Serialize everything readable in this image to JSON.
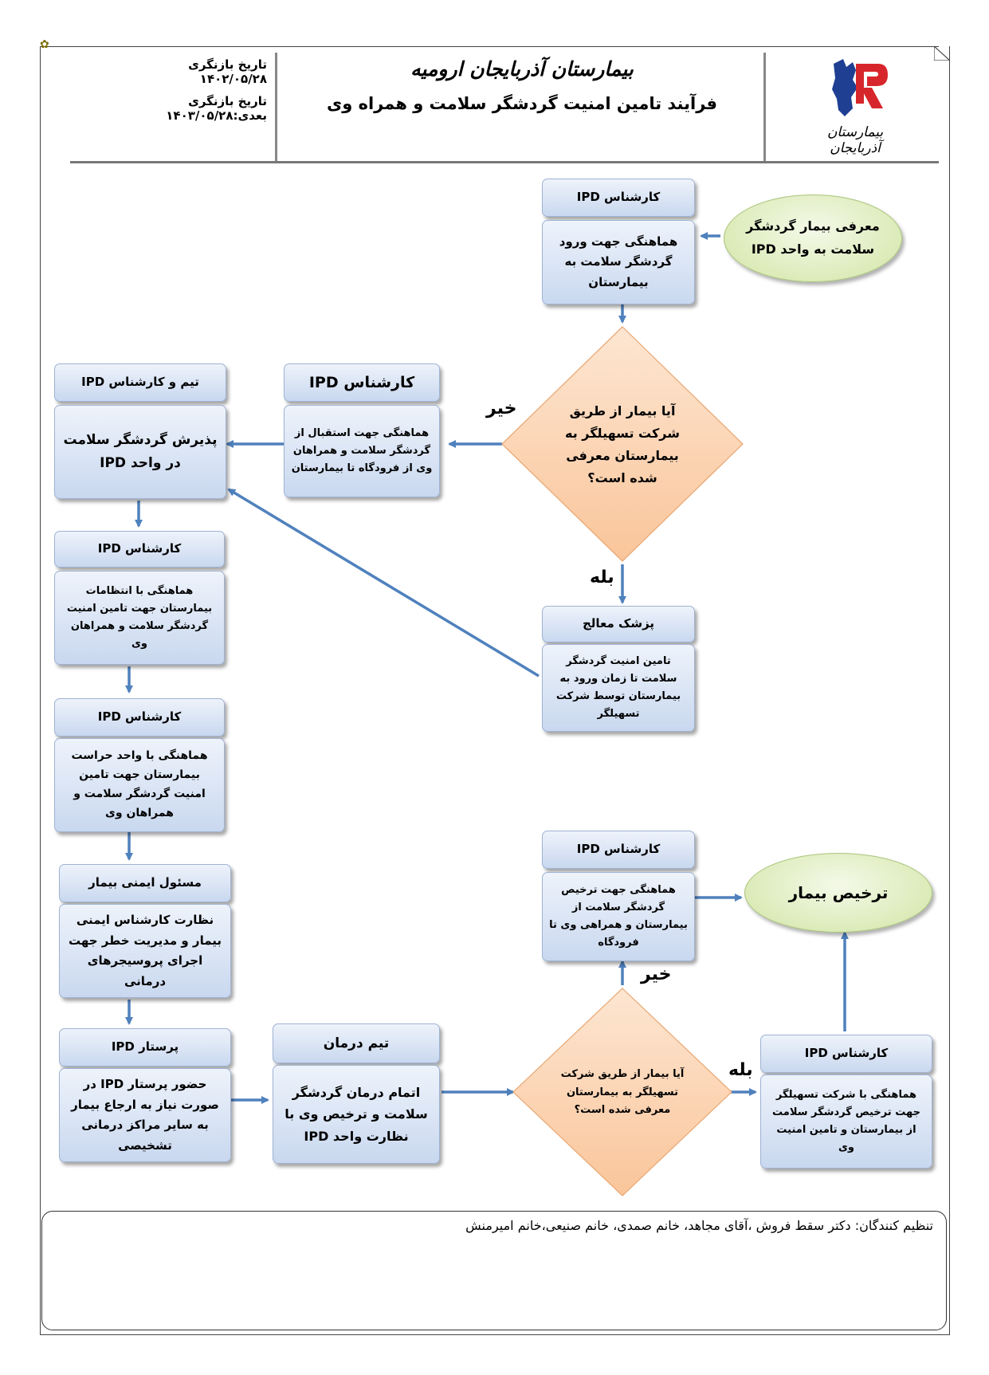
{
  "header": {
    "hospital_name": "بیمارستان آذربایجان ارومیه",
    "process_title": "فرآیند تامین امنیت گردشگر سلامت و همراه وی",
    "revision_date_label": "تاریخ بازنگری",
    "revision_date_value": "۱۴۰۲/۰۵/۲۸",
    "next_revision_label": "تاریخ بازنگری بعدی:",
    "next_revision_value": "۱۴۰۳/۰۵/۲۸",
    "logo_text": "بیمارستان آذربایجان"
  },
  "nodes": {
    "introduce": "معرفی بیمار گردشگر سلامت به واحد IPD",
    "n1_head": "کارشناس IPD",
    "n1_body": "هماهنگی جهت ورود گردشگر سلامت به بیمارستان",
    "decision1": "آیا بیمار از طریق شرکت تسهیلگر به بیمارستان معرفی شده است؟",
    "decision1_no": "خیر",
    "decision1_yes": "بله",
    "n2_head": "کارشناس IPD",
    "n2_body": "هماهنگی جهت استقبال از گردشگر سلامت و همراهان وی از فرودگاه تا بیمارستان",
    "n3_head": "تیم و کارشناس IPD",
    "n3_body": "پذیرش گردشگر سلامت در واحد IPD",
    "n4_head": "پزشک معالج",
    "n4_body": "تامین امنیت گردشگر سلامت تا زمان ورود به بیمارستان توسط شرکت تسهیلگر",
    "n5_head": "کارشناس IPD",
    "n5_body": "هماهنگی با انتظامات بیمارستان جهت تامین امنیت گردشگر سلامت و همراهان وی",
    "n6_head": "کارشناس IPD",
    "n6_body": "هماهنگی با واحد حراست بیمارستان جهت تامین امنیت گردشگر سلامت و همراهان وی",
    "n7_head": "مسئول ایمنی بیمار",
    "n7_body": "نظارت کارشناس ایمنی بیمار و مدیریت خطر جهت اجرای پروسیجرهای درمانی",
    "n8_head": "پرستار IPD",
    "n8_body": "حضور پرستار IPD در صورت نیاز به ارجاع بیمار به سایر مراکز درمانی تشخیصی",
    "n9_head": "تیم درمان",
    "n9_body": "اتمام درمان گردشگر سلامت و ترخیص وی با نظارت واحد IPD",
    "decision2": "آیا بیمار از طریق شرکت تسهیلگر به بیمارستان معرفی شده است؟",
    "decision2_no": "خیر",
    "decision2_yes": "بله",
    "n10_head": "کارشناس IPD",
    "n10_body": "هماهنگی جهت ترخیص گردشگر سلامت از بیمارستان و همراهی وی تا فرودگاه",
    "n11_head": "کارشناس IPD",
    "n11_body": "هماهنگی با شرکت تسهیلگر جهت ترخیص گردشگر سلامت از بیمارستان و تامین امنیت وی",
    "discharge": "ترخیص بیمار"
  },
  "footer": {
    "prepared_by": "تنظیم کنندگان: دکتر سقط فروش ،آقای مجاهد، خانم صمدی، خانم صنیعی،خانم امیرمنش"
  },
  "colors": {
    "box_fill": "#c9d8ef",
    "oval_fill": "#dcebb9",
    "decision_fill": "#fbd3b0",
    "arrow": "#4f81bd",
    "logo_red": "#d7262b",
    "logo_blue": "#1f3f93"
  }
}
